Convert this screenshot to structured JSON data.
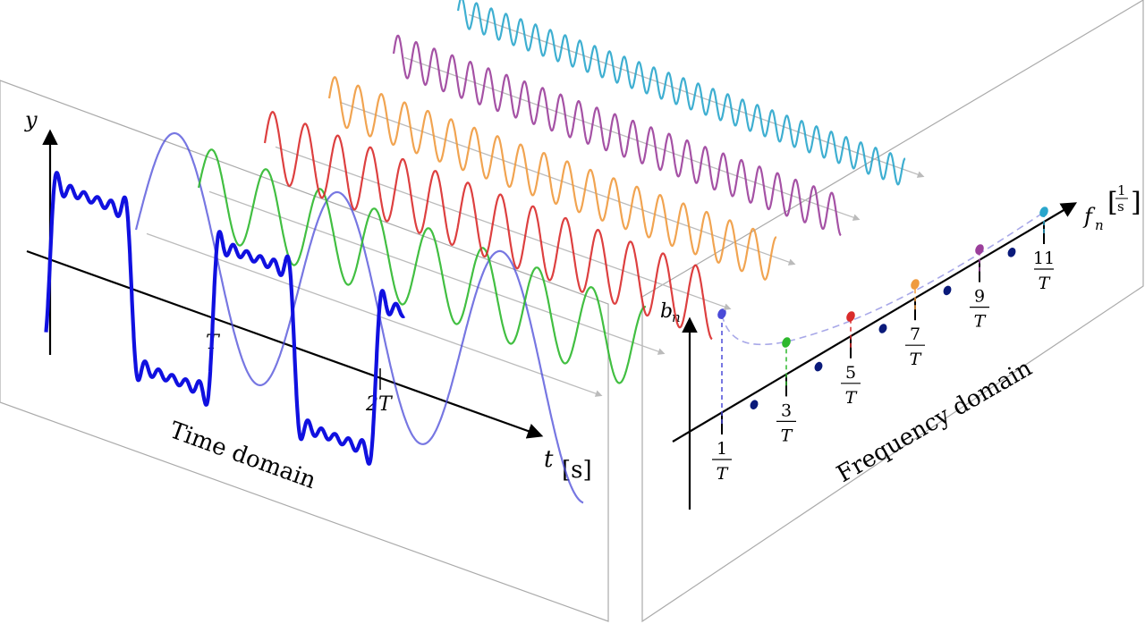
{
  "time_panel": {
    "caption": "Time domain",
    "y_axis_label": "y",
    "t_axis_label_var": "t",
    "t_axis_label_unit": "[s]",
    "tick_T": "T",
    "tick_2T": "2T"
  },
  "freq_panel": {
    "caption": "Frequency domain",
    "b_axis_label": "b",
    "b_axis_sub": "n",
    "f_axis_label": "f",
    "f_axis_sub": "n",
    "f_unit_num": "1",
    "f_unit_den": "s",
    "ticks": [
      {
        "num": "1",
        "den": "T"
      },
      {
        "num": "3",
        "den": "T"
      },
      {
        "num": "5",
        "den": "T"
      },
      {
        "num": "7",
        "den": "T"
      },
      {
        "num": "9",
        "den": "T"
      },
      {
        "num": "11",
        "den": "T"
      }
    ]
  },
  "harmonics": [
    {
      "n": 1,
      "color": "#4a4ad8"
    },
    {
      "n": 3,
      "color": "#2db82d"
    },
    {
      "n": 5,
      "color": "#d92b2b"
    },
    {
      "n": 7,
      "color": "#ef9a3e"
    },
    {
      "n": 9,
      "color": "#9b3f9b"
    },
    {
      "n": 11,
      "color": "#2aa6cc"
    }
  ],
  "colors": {
    "square_wave": "#1010e0",
    "panel_border": "#aaaaaa",
    "projection_arrow": "#bbbbbb",
    "even_dot": "#0a1a7a",
    "envelope": "#a8a8e8"
  }
}
